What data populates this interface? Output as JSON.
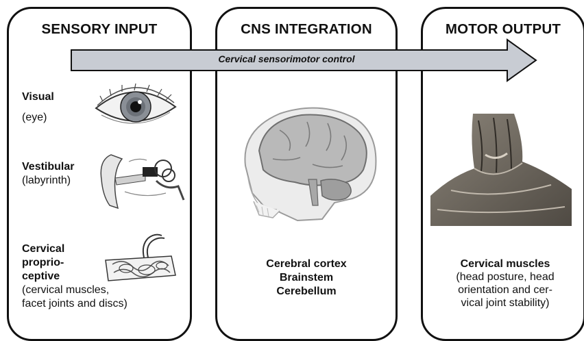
{
  "panels": {
    "sensory": {
      "title": "SENSORY INPUT",
      "visual": {
        "name": "Visual",
        "detail": "(eye)"
      },
      "vestibular": {
        "name": "Vestibular",
        "detail": "(labyrinth)"
      },
      "cervical": {
        "name_line1": "Cervical",
        "name_line2": "proprio-",
        "name_line3": "ceptive",
        "detail_line1": "(cervical muscles,",
        "detail_line2": "facet joints and discs)"
      }
    },
    "cns": {
      "title": "CNS INTEGRATION",
      "structures": [
        "Cerebral cortex",
        "Brainstem",
        "Cerebellum"
      ]
    },
    "motor": {
      "title": "MOTOR OUTPUT",
      "muscles_name": "Cervical muscles",
      "detail_lines": [
        "(head posture, head",
        "orientation and cer-",
        "vical joint stability)"
      ]
    }
  },
  "arrow": {
    "label": "Cervical sensorimotor control",
    "fill_color": "#c8ccd3"
  }
}
